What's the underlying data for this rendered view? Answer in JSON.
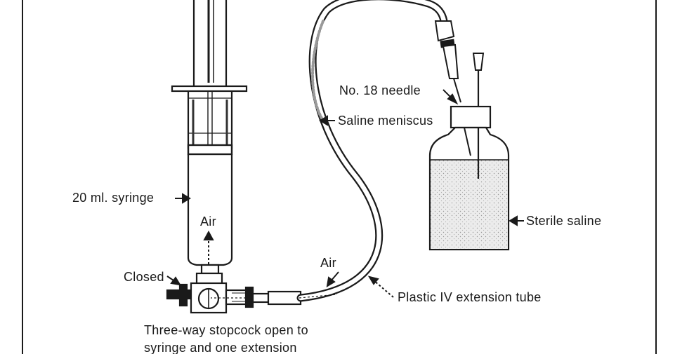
{
  "labels": {
    "needle": "No. 18 needle",
    "meniscus": "Saline meniscus",
    "syringe": "20 ml. syringe",
    "air_syringe": "Air",
    "sterile_saline": "Sterile saline",
    "closed": "Closed",
    "air_tube": "Air",
    "extension_tube": "Plastic IV extension tube",
    "stopcock_line1": "Three-way stopcock open to",
    "stopcock_line2": "syringe and one extension"
  },
  "colors": {
    "ink": "#1a1a1a",
    "paper": "#ffffff",
    "saline": "#e6e6e6"
  }
}
